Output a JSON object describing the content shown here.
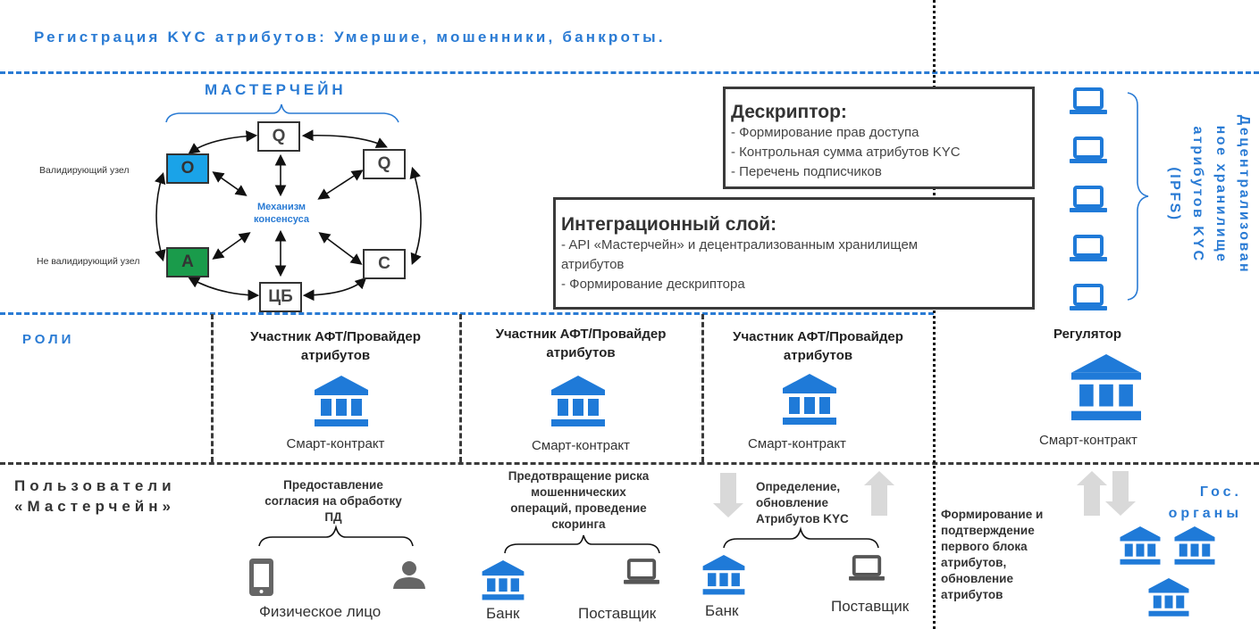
{
  "header": {
    "title": "Регистрация KYC атрибутов: Умершие, мошенники, банкроты."
  },
  "masterchain": {
    "title": "МАСТЕРЧЕЙН",
    "consensus_label_line1": "Механизм",
    "consensus_label_line2": "консенсуса",
    "validating_node_label": "Валидирующий узел",
    "non_validating_node_label": "Не валидирующий узел",
    "nodes": [
      {
        "id": "q-top",
        "label": "Q"
      },
      {
        "id": "q-right",
        "label": "Q"
      },
      {
        "id": "o",
        "label": "O"
      },
      {
        "id": "a",
        "label": "A"
      },
      {
        "id": "c",
        "label": "C"
      },
      {
        "id": "cb",
        "label": "ЦБ"
      }
    ],
    "colors": {
      "validating": "#1aa3e8",
      "non_validating": "#1a9b4b"
    }
  },
  "descriptor": {
    "title": "Дескриптор:",
    "items": [
      "- Формирование прав доступа",
      "- Контрольная сумма атрибутов KYC",
      "- Перечень подписчиков"
    ]
  },
  "integration": {
    "title": "Интеграционный слой:",
    "items": [
      "- API «Мастерчейн» и децентрализованным хранилищем",
      "атрибутов",
      "- Формирование дескриптора"
    ]
  },
  "storage": {
    "label_lines": [
      "Децентрализован",
      "ное хранилище",
      "атрибутов KYC",
      "(IPFS)"
    ],
    "node_count": 5
  },
  "roles": {
    "section_label": "РОЛИ",
    "participants": [
      {
        "title_line1": "Участник АФТ/Провайдер",
        "title_line2": "атрибутов",
        "caption": "Смарт-контракт"
      },
      {
        "title_line1": "Участник АФТ/Провайдер",
        "title_line2": "атрибутов",
        "caption": "Смарт-контракт"
      },
      {
        "title_line1": "Участник АФТ/Провайдер",
        "title_line2": "атрибутов",
        "caption": "Смарт-контракт"
      }
    ],
    "regulator": {
      "title": "Регулятор",
      "caption": "Смарт-контракт"
    }
  },
  "users": {
    "section_label_line1": "Пользователи",
    "section_label_line2": "«Мастерчейн»",
    "groups": [
      {
        "desc": [
          "Предоставление",
          "согласия на обработку",
          "ПД"
        ],
        "label": "Физическое лицо"
      },
      {
        "desc": [
          "Предотвращение риска",
          "мошеннических",
          "операций, проведение",
          "скоринга"
        ],
        "left_label": "Банк",
        "right_label": "Поставщик"
      },
      {
        "desc": [
          "Определение,",
          "обновление",
          "Атрибутов KYC"
        ],
        "left_label": "Банк",
        "right_label": "Поставщик"
      }
    ],
    "regulator_desc": [
      "Формирование и",
      "подтверждение",
      "первого блока",
      "атрибутов,",
      "обновление",
      "атрибутов"
    ],
    "gov_label_line1": "Гос.",
    "gov_label_line2": "органы"
  }
}
